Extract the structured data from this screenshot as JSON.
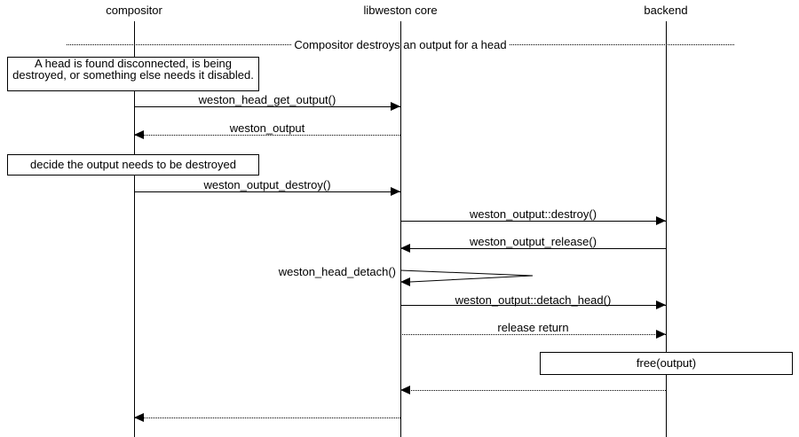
{
  "diagram_type": "uml-sequence-diagram",
  "actors": [
    {
      "label": "compositor"
    },
    {
      "label": "libweston core"
    },
    {
      "label": "backend"
    }
  ],
  "divider": {
    "label": "Compositor destroys an output for a head"
  },
  "notes": [
    {
      "text": "A head is found disconnected, is being destroyed, or something else needs it disabled."
    },
    {
      "text": "decide the output needs to be destroyed"
    },
    {
      "text": "free(output)"
    }
  ],
  "messages": [
    {
      "label": "weston_head_get_output()",
      "from": "compositor",
      "to": "libweston core",
      "style": "solid"
    },
    {
      "label": "weston_output",
      "from": "libweston core",
      "to": "compositor",
      "style": "dotted-return"
    },
    {
      "label": "weston_output_destroy()",
      "from": "compositor",
      "to": "libweston core",
      "style": "solid"
    },
    {
      "label": "weston_output::destroy()",
      "from": "libweston core",
      "to": "backend",
      "style": "solid"
    },
    {
      "label": "weston_output_release()",
      "from": "backend",
      "to": "libweston core",
      "style": "solid"
    },
    {
      "label": "weston_head_detach()",
      "from": "libweston core",
      "to": "libweston core",
      "style": "self"
    },
    {
      "label": "weston_output::detach_head()",
      "from": "libweston core",
      "to": "backend",
      "style": "solid"
    },
    {
      "label": "release return",
      "from": "libweston core",
      "to": "backend",
      "style": "dotted-return"
    },
    {
      "label": "",
      "from": "backend",
      "to": "libweston core",
      "style": "dotted-return"
    },
    {
      "label": "",
      "from": "libweston core",
      "to": "compositor",
      "style": "dotted-return"
    }
  ],
  "colors": {
    "line": "#000000",
    "background": "#ffffff"
  }
}
